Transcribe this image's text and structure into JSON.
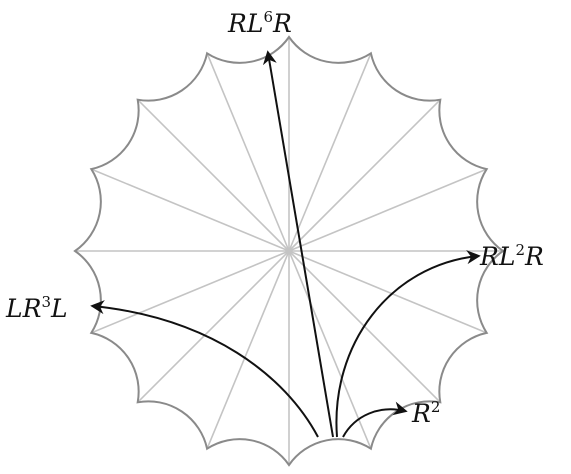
{
  "labels": {
    "top": {
      "pre": "RL",
      "exp": "6",
      "post": "R"
    },
    "right": {
      "pre": "RL",
      "exp": "2",
      "post": "R"
    },
    "left": {
      "pre": "LR",
      "exp": "3",
      "post": "L"
    },
    "bottom": {
      "pre": "R",
      "exp": "2",
      "post": ""
    }
  },
  "colors": {
    "boundary": "#8a8a8a",
    "spokes": "#c4c4c4",
    "arrows": "#111111"
  }
}
